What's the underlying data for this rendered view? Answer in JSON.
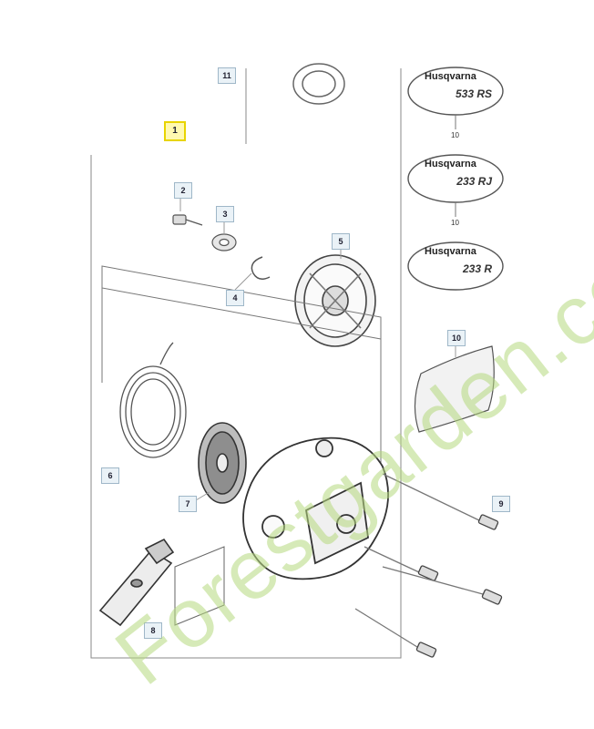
{
  "callouts": {
    "main": "1",
    "c2": "2",
    "c3": "3",
    "c4": "4",
    "c5": "5",
    "c6": "6",
    "c7": "7",
    "c8": "8",
    "c9": "9",
    "c10_box": "10",
    "c11": "11",
    "c10_a": "10",
    "c10_b": "10"
  },
  "decals": [
    {
      "brand": "Husqvarna",
      "model": "533 RS"
    },
    {
      "brand": "Husqvarna",
      "model": "233 RJ"
    },
    {
      "brand": "Husqvarna",
      "model": "233 R"
    }
  ],
  "watermark": "Forestgarden.com",
  "colors": {
    "line": "#555555",
    "watermark": "#b6d97f",
    "callout_border": "#9fb7c8",
    "main_callout": "#e8d400"
  }
}
